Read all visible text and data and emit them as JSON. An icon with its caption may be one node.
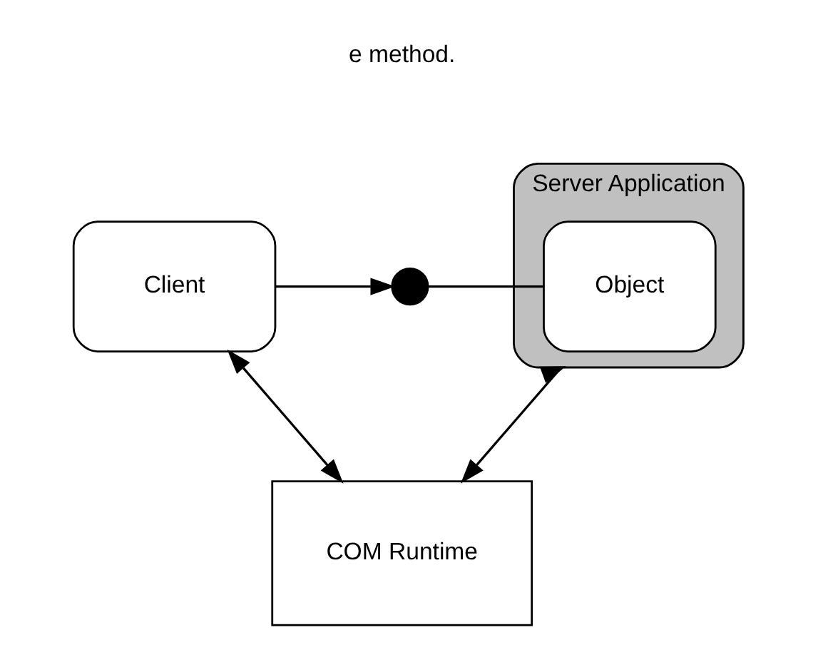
{
  "diagram": {
    "nodes": [
      {
        "text": [
          "Client"
        ]
      },
      {
        "text": [
          "Server Application"
        ]
      },
      {
        "text": [
          "Object"
        ],
        "in": 1
      },
      {
        "text": [],
        "shape": "circle"
      },
      {
        "text": [
          "COM Runtime"
        ]
      }
    ],
    "edges": [
      {
        "from": 0,
        "to": 3,
        "arrow": "to"
      },
      {
        "from": 3,
        "to": 2,
        "arrow": "none"
      },
      {
        "from": 0,
        "to": 4,
        "arrow": "both"
      },
      {
        "from": 1,
        "to": 4,
        "arrow": "both"
      }
    ],
    "labels": [
      "e method."
    ]
  }
}
